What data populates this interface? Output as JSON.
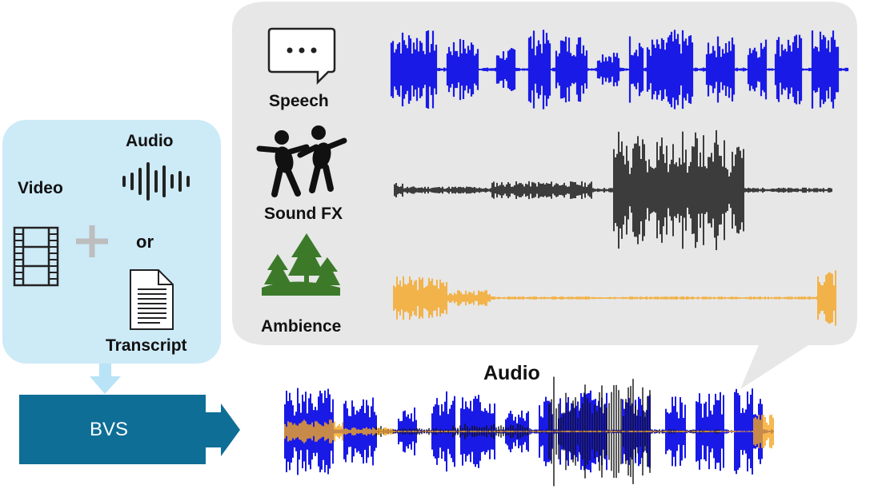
{
  "input_panel": {
    "video_label": "Video",
    "audio_label": "Audio",
    "or_label": "or",
    "transcript_label": "Transcript",
    "icons": [
      "film-strip-icon",
      "plus-icon",
      "audio-wave-icon",
      "document-icon"
    ]
  },
  "model": {
    "label": "BVS"
  },
  "output": {
    "label": "Audio"
  },
  "layers": [
    {
      "label": "Speech",
      "icon": "speech-bubble-icon",
      "color": "#1a1ae6"
    },
    {
      "label": "Sound FX",
      "icon": "dancing-people-icon",
      "color": "#111111"
    },
    {
      "label": "Ambience",
      "icon": "trees-icon",
      "color": "#f5a623"
    }
  ],
  "colors": {
    "input_panel_bg": "#cdeaf7",
    "layers_panel_bg": "#e7e7e7",
    "bvs_box": "#0e6e96",
    "arrow": "#b9e3f6",
    "tree_green": "#3c7a2a",
    "plus_gray": "#bdbdbd"
  }
}
